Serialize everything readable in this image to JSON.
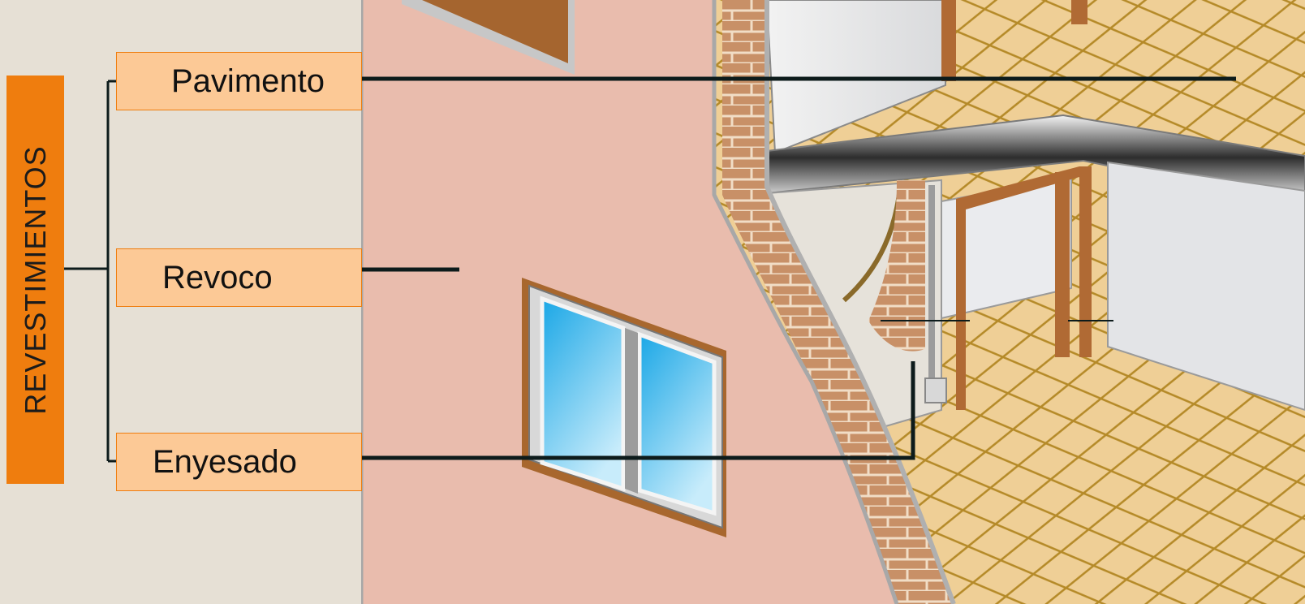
{
  "diagram": {
    "title": "REVESTIMIENTOS",
    "items": [
      {
        "id": "pavimento",
        "label": "Pavimento"
      },
      {
        "id": "revoco",
        "label": "Revoco"
      },
      {
        "id": "enyesado",
        "label": "Enyesado"
      }
    ]
  },
  "colors": {
    "background": "#e6e0d5",
    "title_fill": "#ef7d0e",
    "box_fill": "#fcc996",
    "box_border": "#ef7d0e",
    "exterior_wall": "#e9bcad",
    "brick": "#c89067",
    "floor_tile": "#efcf96",
    "leader_line": "#0d1b1b",
    "window_glass": "#3ab4ec"
  }
}
